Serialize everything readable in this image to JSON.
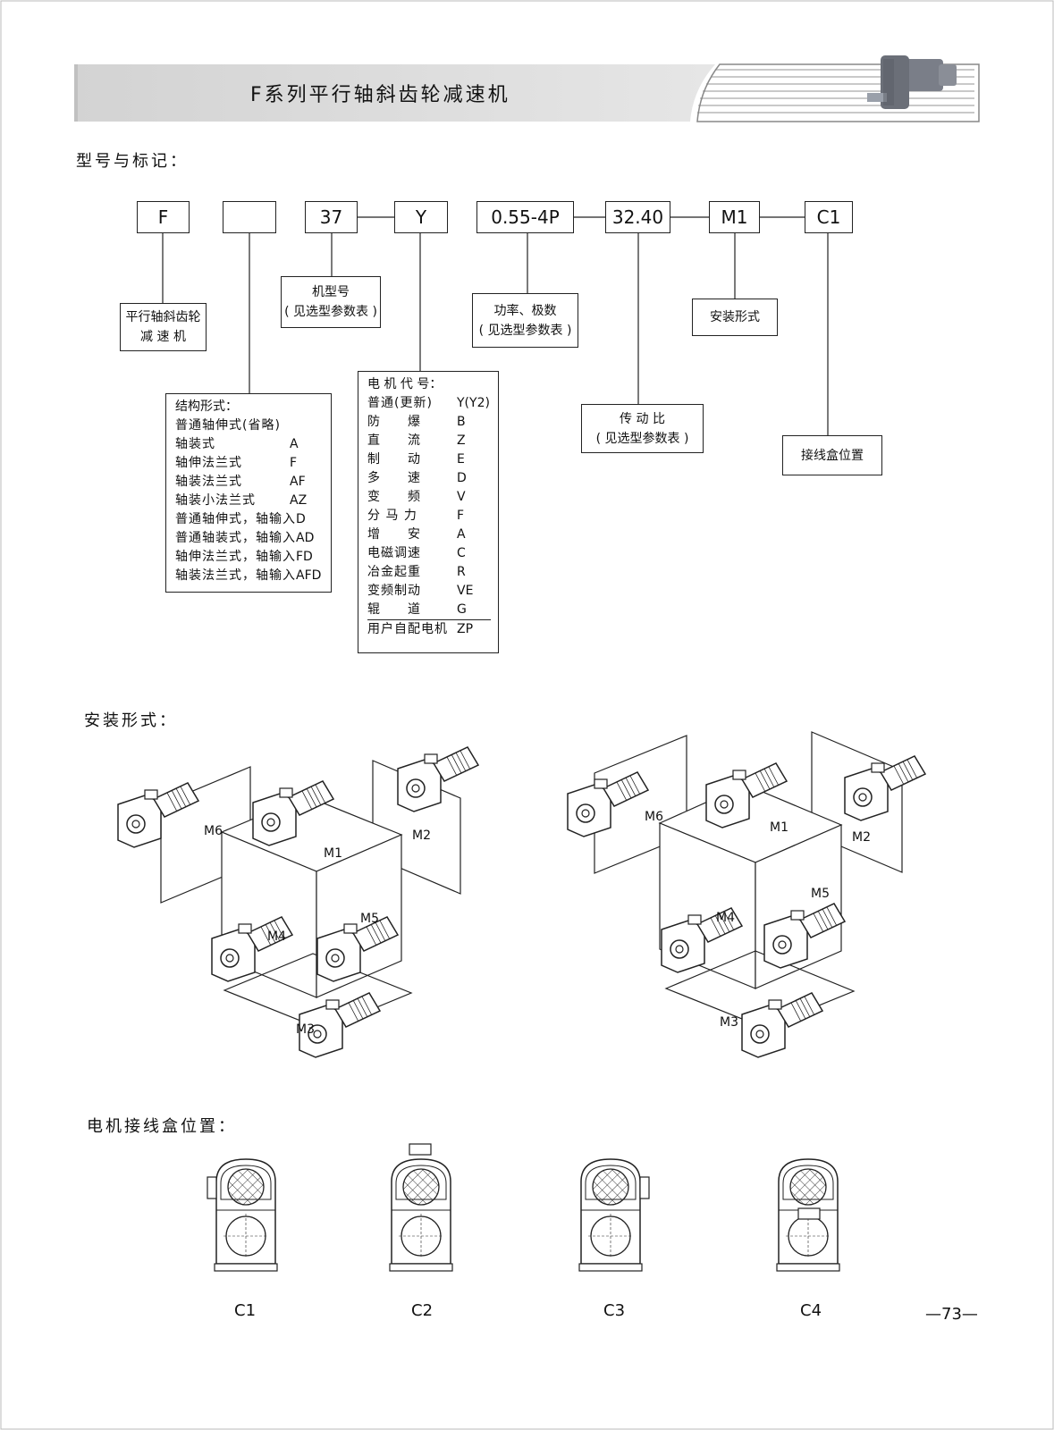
{
  "header": {
    "title": "F系列平行轴斜齿轮减速机"
  },
  "sections": {
    "model": "型号与标记：",
    "mounting": "安装形式：",
    "terminal": "电机接线盒位置："
  },
  "code_boxes": [
    "F",
    "",
    "37",
    "Y",
    "0.55-4P",
    "32.40",
    "M1",
    "C1"
  ],
  "labels": {
    "reducer": [
      "平行轴斜齿轮",
      "减 速 机"
    ],
    "frame": [
      "机型号",
      "( 见选型参数表 )"
    ],
    "power": [
      "功率、极数",
      "( 见选型参数表 )"
    ],
    "mount": [
      "安装形式"
    ],
    "ratio": [
      "传 动 比",
      "( 见选型参数表 )"
    ],
    "terminal": [
      "接线盒位置"
    ]
  },
  "structure": {
    "heading": "结构形式：",
    "rows": [
      {
        "name": "普通轴伸式(省略)",
        "code": ""
      },
      {
        "name": "轴装式",
        "code": "A"
      },
      {
        "name": "轴伸法兰式",
        "code": "F"
      },
      {
        "name": "轴装法兰式",
        "code": "AF"
      },
      {
        "name": "轴装小法兰式",
        "code": "AZ"
      },
      {
        "name": "普通轴伸式，轴输入",
        "code": "D"
      },
      {
        "name": "普通轴装式，轴输入",
        "code": "AD"
      },
      {
        "name": "轴伸法兰式，轴输入",
        "code": "FD"
      },
      {
        "name": "轴装法兰式，轴输入",
        "code": "AFD"
      }
    ]
  },
  "motor": {
    "heading": "电 机 代 号：",
    "rows": [
      {
        "name": "普通(更新)",
        "code": "Y(Y2)"
      },
      {
        "name": "防　　爆",
        "code": "B"
      },
      {
        "name": "直　　流",
        "code": "Z"
      },
      {
        "name": "制　　动",
        "code": "E"
      },
      {
        "name": "多　　速",
        "code": "D"
      },
      {
        "name": "变　　频",
        "code": "V"
      },
      {
        "name": "分 马 力",
        "code": "F"
      },
      {
        "name": "增　　安",
        "code": "A"
      },
      {
        "name": "电磁调速",
        "code": "C"
      },
      {
        "name": "冶金起重",
        "code": "R"
      },
      {
        "name": "变频制动",
        "code": "VE"
      },
      {
        "name": "辊　　道",
        "code": "G"
      },
      {
        "name": "用户自配电机",
        "code": "ZP"
      }
    ]
  },
  "mount_positions": [
    "M1",
    "M2",
    "M3",
    "M4",
    "M5",
    "M6"
  ],
  "terminal_positions": [
    "C1",
    "C2",
    "C3",
    "C4"
  ],
  "page_number": "—73—"
}
